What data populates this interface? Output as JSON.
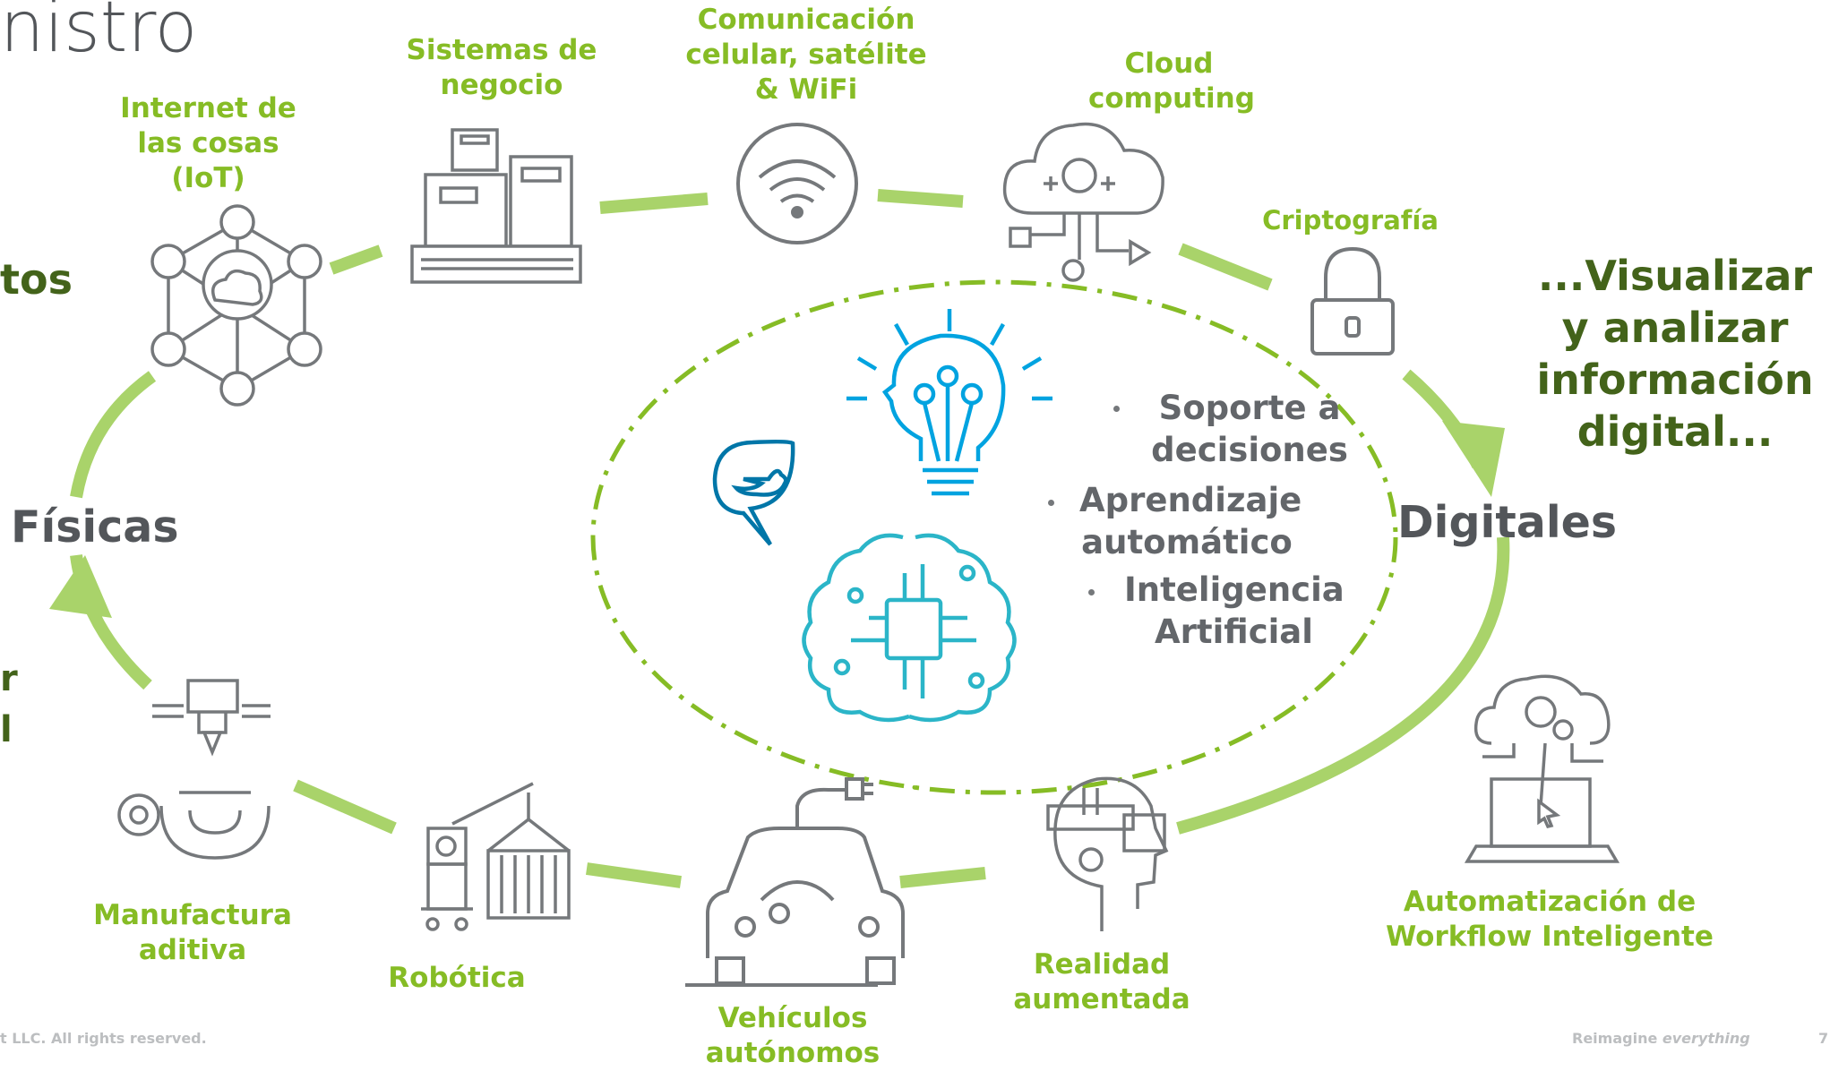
{
  "title_partial": "nistro",
  "left_partial_1": "tos",
  "left_partial_2": "r",
  "left_partial_3": "l",
  "fisicas": "Físicas",
  "digitales": "Digitales",
  "right_heading": "...Visualizar y analizar información digital...",
  "nodes": {
    "iot": "Internet de las cosas (IoT)",
    "business": "Sistemas de negocio",
    "comms": "Comunicación celular, satélite & WiFi",
    "cloud": "Cloud computing",
    "crypto": "Criptografía",
    "workflow": "Automatización de Workflow Inteligente",
    "ar": "Realidad aumentada",
    "vehicles": "Vehículos autónomos",
    "robotics": "Robótica",
    "additive": "Manufactura aditiva"
  },
  "center_bullets": [
    "Soporte a decisiones",
    "Aprendizaje automático",
    "Inteligencia Artificial"
  ],
  "footer_left": "t LLC. All rights reserved.",
  "footer_right_prefix": "Reimagine",
  "footer_right_emph": "everything",
  "page_number": "7",
  "colors": {
    "green": "#86bc25",
    "light_green": "#a9d36a",
    "dark_green": "#43631a",
    "gray": "#75787b",
    "blue": "#00a3e0",
    "teal": "#0097a9"
  },
  "icons": [
    "hub-cloud-icon",
    "cash-register-icon",
    "wifi-icon",
    "cloud-network-icon",
    "padlock-icon",
    "workflow-cloud-laptop-icon",
    "vr-headset-head-icon",
    "autonomous-car-icon",
    "robot-crane-container-icon",
    "3d-printer-gear-icon",
    "lightbulb-head-icon",
    "chat-bird-icon",
    "brain-chip-icon"
  ]
}
